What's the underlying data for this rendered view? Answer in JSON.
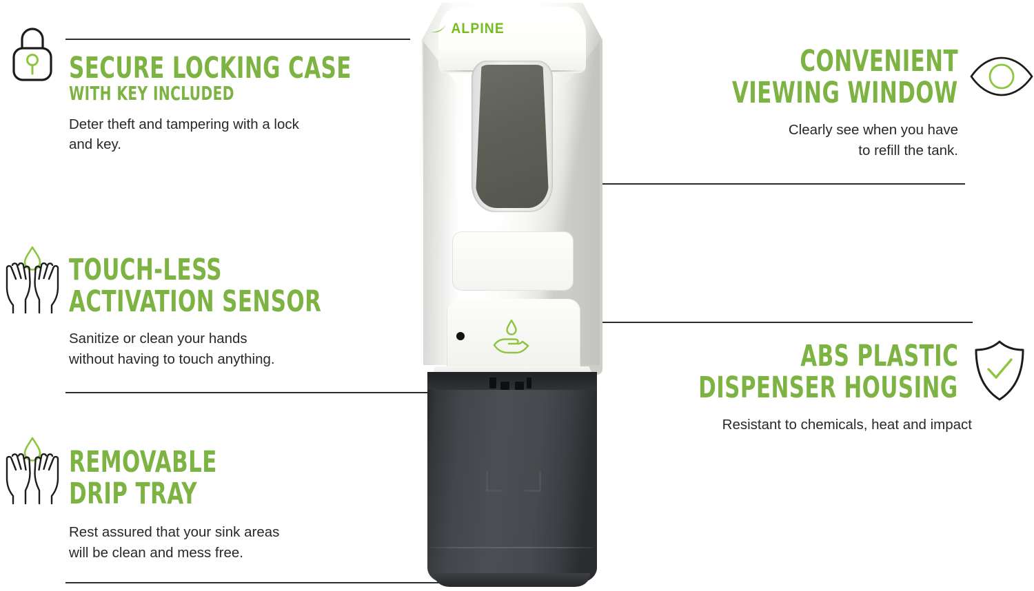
{
  "page": {
    "background": "#ffffff",
    "accent_green": "#7cb342",
    "logo_green": "#76bc21",
    "text_dark": "#28282b",
    "line_color": "#2b2b2b"
  },
  "product": {
    "name": "alpine-automatic-hand-sanitizer-dispenser",
    "brand_label": "ALPINE",
    "brand_leaf_icon": "leaf-icon",
    "sensor_icon": "hand-with-droplet-icon",
    "sensor_led": "sensor-led-dot"
  },
  "features": [
    {
      "id": "secure-locking-case",
      "side": "left",
      "icon": "padlock-icon",
      "headline": "SECURE LOCKING CASE",
      "subheadline": "WITH KEY INCLUDED",
      "body": "Deter theft and tampering with a lock and key."
    },
    {
      "id": "touch-less-activation-sensor",
      "side": "left",
      "icon": "hands-with-droplet-icon",
      "headline_line1": "TOUCH-LESS",
      "headline_line2": "ACTIVATION SENSOR",
      "body_line1": "Sanitize or clean your hands",
      "body_line2": "without having to touch anything."
    },
    {
      "id": "removable-drip-tray",
      "side": "left",
      "icon": "hands-with-droplet-icon",
      "headline_line1": "REMOVABLE",
      "headline_line2": "DRIP TRAY",
      "body_line1": "Rest assured that your sink areas",
      "body_line2": "will be clean and mess free."
    },
    {
      "id": "convenient-viewing-window",
      "side": "right",
      "icon": "eye-icon",
      "headline_line1": "CONVENIENT",
      "headline_line2": "VIEWING WINDOW",
      "body_line1": "Clearly see when you have",
      "body_line2": "to refill the tank."
    },
    {
      "id": "abs-plastic-dispenser-housing",
      "side": "right",
      "icon": "shield-check-icon",
      "headline_line1": "ABS PLASTIC",
      "headline_line2": "DISPENSER HOUSING",
      "body": "Resistant to chemicals, heat and impact"
    }
  ]
}
